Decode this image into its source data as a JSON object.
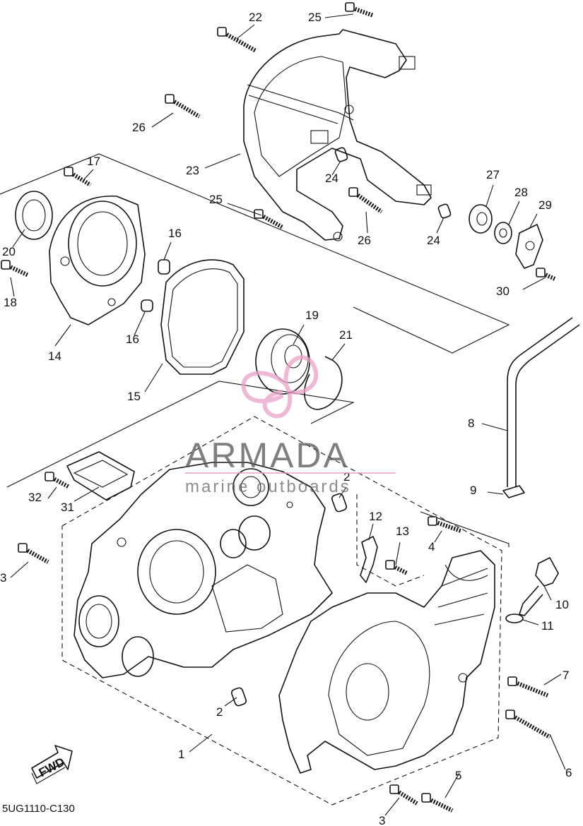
{
  "diagram_code": "5UG1110-C130",
  "fwd_label": "FWD",
  "watermark": {
    "brand": "ARMADA",
    "sub": "marine outboards",
    "accent": "#e8a0c8"
  },
  "callouts": [
    {
      "id": "c22",
      "label": "22"
    },
    {
      "id": "c25a",
      "label": "25"
    },
    {
      "id": "c26a",
      "label": "26"
    },
    {
      "id": "c23",
      "label": "23"
    },
    {
      "id": "c24a",
      "label": "24"
    },
    {
      "id": "c17",
      "label": "17"
    },
    {
      "id": "c25b",
      "label": "25"
    },
    {
      "id": "c26b",
      "label": "26"
    },
    {
      "id": "c27",
      "label": "27"
    },
    {
      "id": "c28",
      "label": "28"
    },
    {
      "id": "c29",
      "label": "29"
    },
    {
      "id": "c24b",
      "label": "24"
    },
    {
      "id": "c20",
      "label": "20"
    },
    {
      "id": "c16a",
      "label": "16"
    },
    {
      "id": "c18",
      "label": "18"
    },
    {
      "id": "c30",
      "label": "30"
    },
    {
      "id": "c19",
      "label": "19"
    },
    {
      "id": "c21",
      "label": "21"
    },
    {
      "id": "c16b",
      "label": "16"
    },
    {
      "id": "c14",
      "label": "14"
    },
    {
      "id": "c15",
      "label": "15"
    },
    {
      "id": "c8",
      "label": "8"
    },
    {
      "id": "c2a",
      "label": "2"
    },
    {
      "id": "c9",
      "label": "9"
    },
    {
      "id": "c32",
      "label": "32"
    },
    {
      "id": "c31",
      "label": "31"
    },
    {
      "id": "c12",
      "label": "12"
    },
    {
      "id": "c13",
      "label": "13"
    },
    {
      "id": "c4",
      "label": "4"
    },
    {
      "id": "c3a",
      "label": "3"
    },
    {
      "id": "c10",
      "label": "10"
    },
    {
      "id": "c11",
      "label": "11"
    },
    {
      "id": "c7",
      "label": "7"
    },
    {
      "id": "c2b",
      "label": "2"
    },
    {
      "id": "c6",
      "label": "6"
    },
    {
      "id": "c1",
      "label": "1"
    },
    {
      "id": "c5",
      "label": "5"
    },
    {
      "id": "c3b",
      "label": "3"
    }
  ]
}
